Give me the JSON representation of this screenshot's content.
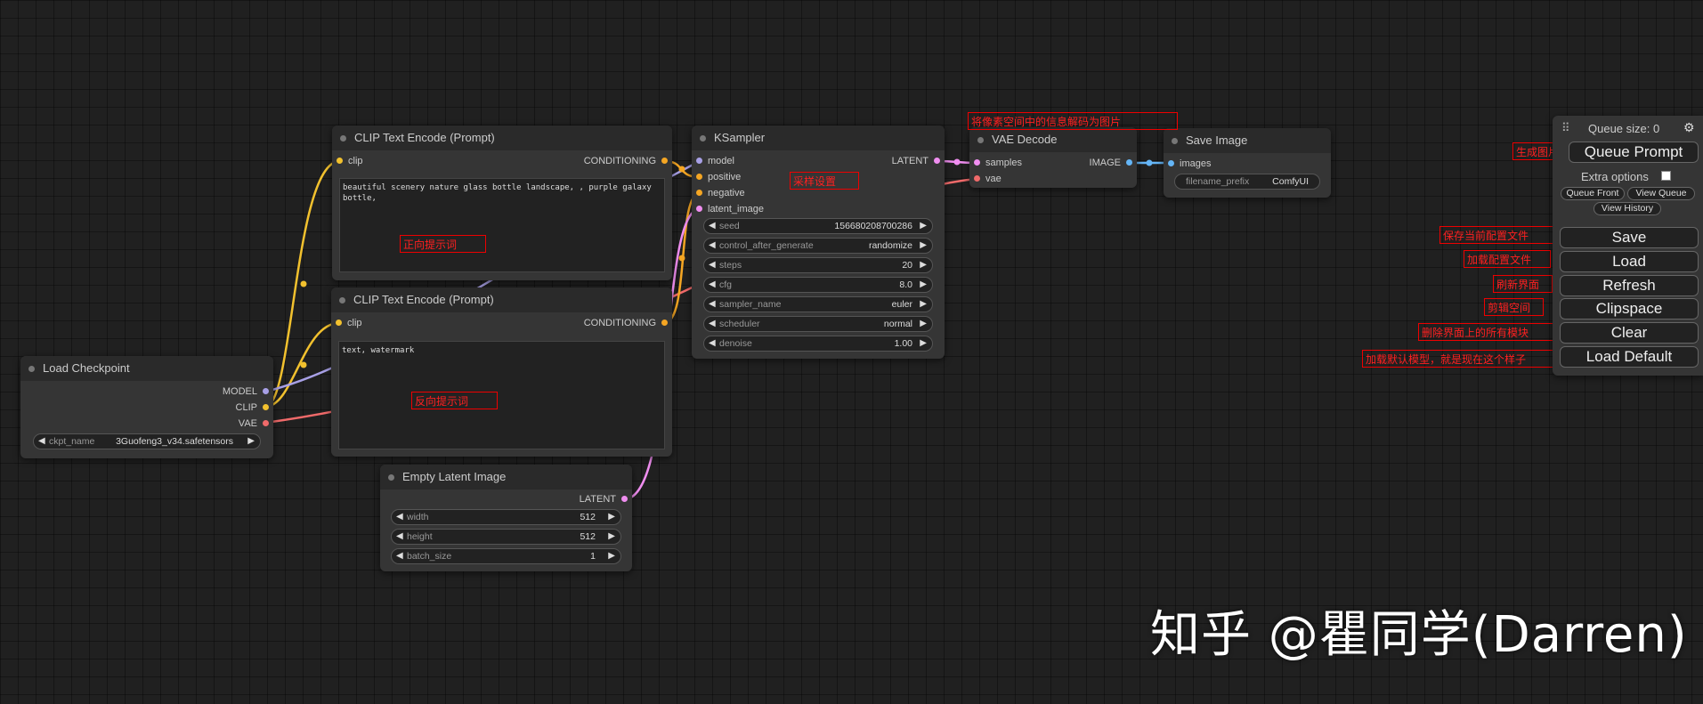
{
  "colors": {
    "clip": "#f2c12e",
    "conditioning": "#f5a623",
    "latent": "#f08ef0",
    "model": "#a8a0e6",
    "vae": "#f06a6a",
    "image": "#64b5f6",
    "annotation": "#ff2020"
  },
  "nodes": {
    "load_checkpoint": {
      "title": "Load Checkpoint",
      "outputs": [
        "MODEL",
        "CLIP",
        "VAE"
      ],
      "widget": {
        "name": "ckpt_name",
        "value": "3Guofeng3_v34.safetensors"
      }
    },
    "clip_positive": {
      "title": "CLIP Text Encode (Prompt)",
      "input": "clip",
      "output": "CONDITIONING",
      "text": "beautiful scenery nature glass bottle landscape, , purple galaxy\nbottle,"
    },
    "clip_negative": {
      "title": "CLIP Text Encode (Prompt)",
      "input": "clip",
      "output": "CONDITIONING",
      "text": "text, watermark"
    },
    "empty_latent": {
      "title": "Empty Latent Image",
      "output": "LATENT",
      "widgets": [
        {
          "name": "width",
          "value": "512"
        },
        {
          "name": "height",
          "value": "512"
        },
        {
          "name": "batch_size",
          "value": "1"
        }
      ]
    },
    "ksampler": {
      "title": "KSampler",
      "inputs": [
        "model",
        "positive",
        "negative",
        "latent_image"
      ],
      "output": "LATENT",
      "widgets": [
        {
          "name": "seed",
          "value": "156680208700286"
        },
        {
          "name": "control_after_generate",
          "value": "randomize"
        },
        {
          "name": "steps",
          "value": "20"
        },
        {
          "name": "cfg",
          "value": "8.0"
        },
        {
          "name": "sampler_name",
          "value": "euler"
        },
        {
          "name": "scheduler",
          "value": "normal"
        },
        {
          "name": "denoise",
          "value": "1.00"
        }
      ]
    },
    "vae_decode": {
      "title": "VAE Decode",
      "inputs": [
        "samples",
        "vae"
      ],
      "output": "IMAGE"
    },
    "save_image": {
      "title": "Save Image",
      "input": "images",
      "widget": {
        "name": "filename_prefix",
        "value": "ComfyUI"
      }
    }
  },
  "annotations": {
    "positive": "正向提示词",
    "negative": "反向提示词",
    "sampler": "采样设置",
    "vae": "将像素空间中的信息解码为图片",
    "queue": "生成图片",
    "save": "保存当前配置文件",
    "load": "加载配置文件",
    "refresh": "刷新界面",
    "clipspace": "剪辑空间",
    "clear": "删除界面上的所有模块",
    "load_default": "加载默认模型，就是现在这个样子"
  },
  "menu": {
    "queue_size": "Queue size: 0",
    "queue_prompt": "Queue Prompt",
    "extra_options": "Extra options",
    "queue_front": "Queue Front",
    "view_queue": "View Queue",
    "view_history": "View History",
    "save": "Save",
    "load": "Load",
    "refresh": "Refresh",
    "clipspace": "Clipspace",
    "clear": "Clear",
    "load_default": "Load Default"
  },
  "watermark": "知乎 @瞿同学(Darren)"
}
